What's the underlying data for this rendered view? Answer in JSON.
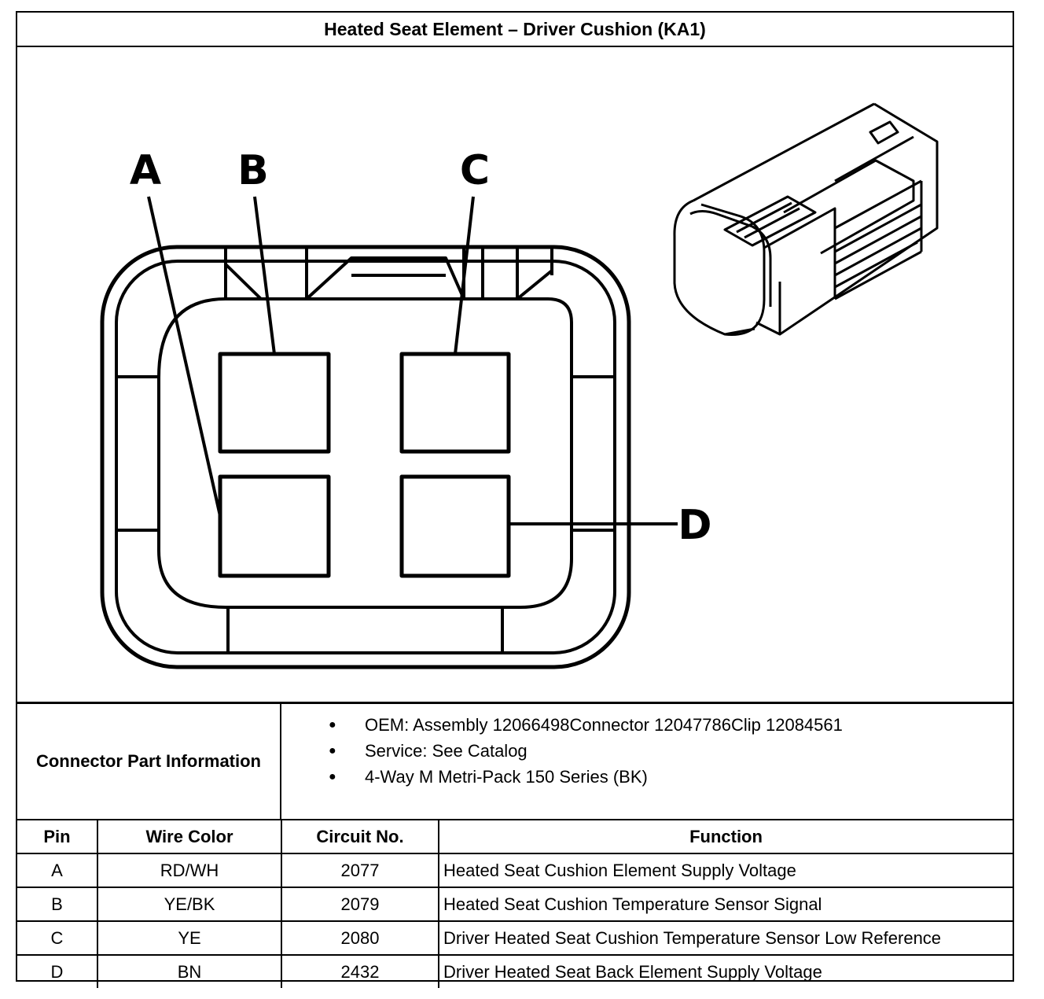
{
  "title": "Heated Seat Element – Driver Cushion (KA1)",
  "pin_callouts": [
    "A",
    "B",
    "C",
    "D"
  ],
  "part_info": {
    "label": "Connector Part Information",
    "items": [
      "OEM: Assembly 12066498Connector 12047786Clip 12084561",
      "Service: See Catalog",
      "4-Way M Metri-Pack 150 Series (BK)"
    ]
  },
  "table": {
    "headers": [
      "Pin",
      "Wire Color",
      "Circuit No.",
      "Function"
    ],
    "rows": [
      [
        "A",
        "RD/WH",
        "2077",
        "Heated Seat Cushion Element Supply Voltage"
      ],
      [
        "B",
        "YE/BK",
        "2079",
        "Heated Seat Cushion Temperature Sensor Signal"
      ],
      [
        "C",
        "YE",
        "2080",
        "Driver Heated Seat Cushion Temperature Sensor Low Reference"
      ],
      [
        "D",
        "BN",
        "2432",
        "Driver Heated Seat Back Element Supply Voltage"
      ]
    ]
  }
}
